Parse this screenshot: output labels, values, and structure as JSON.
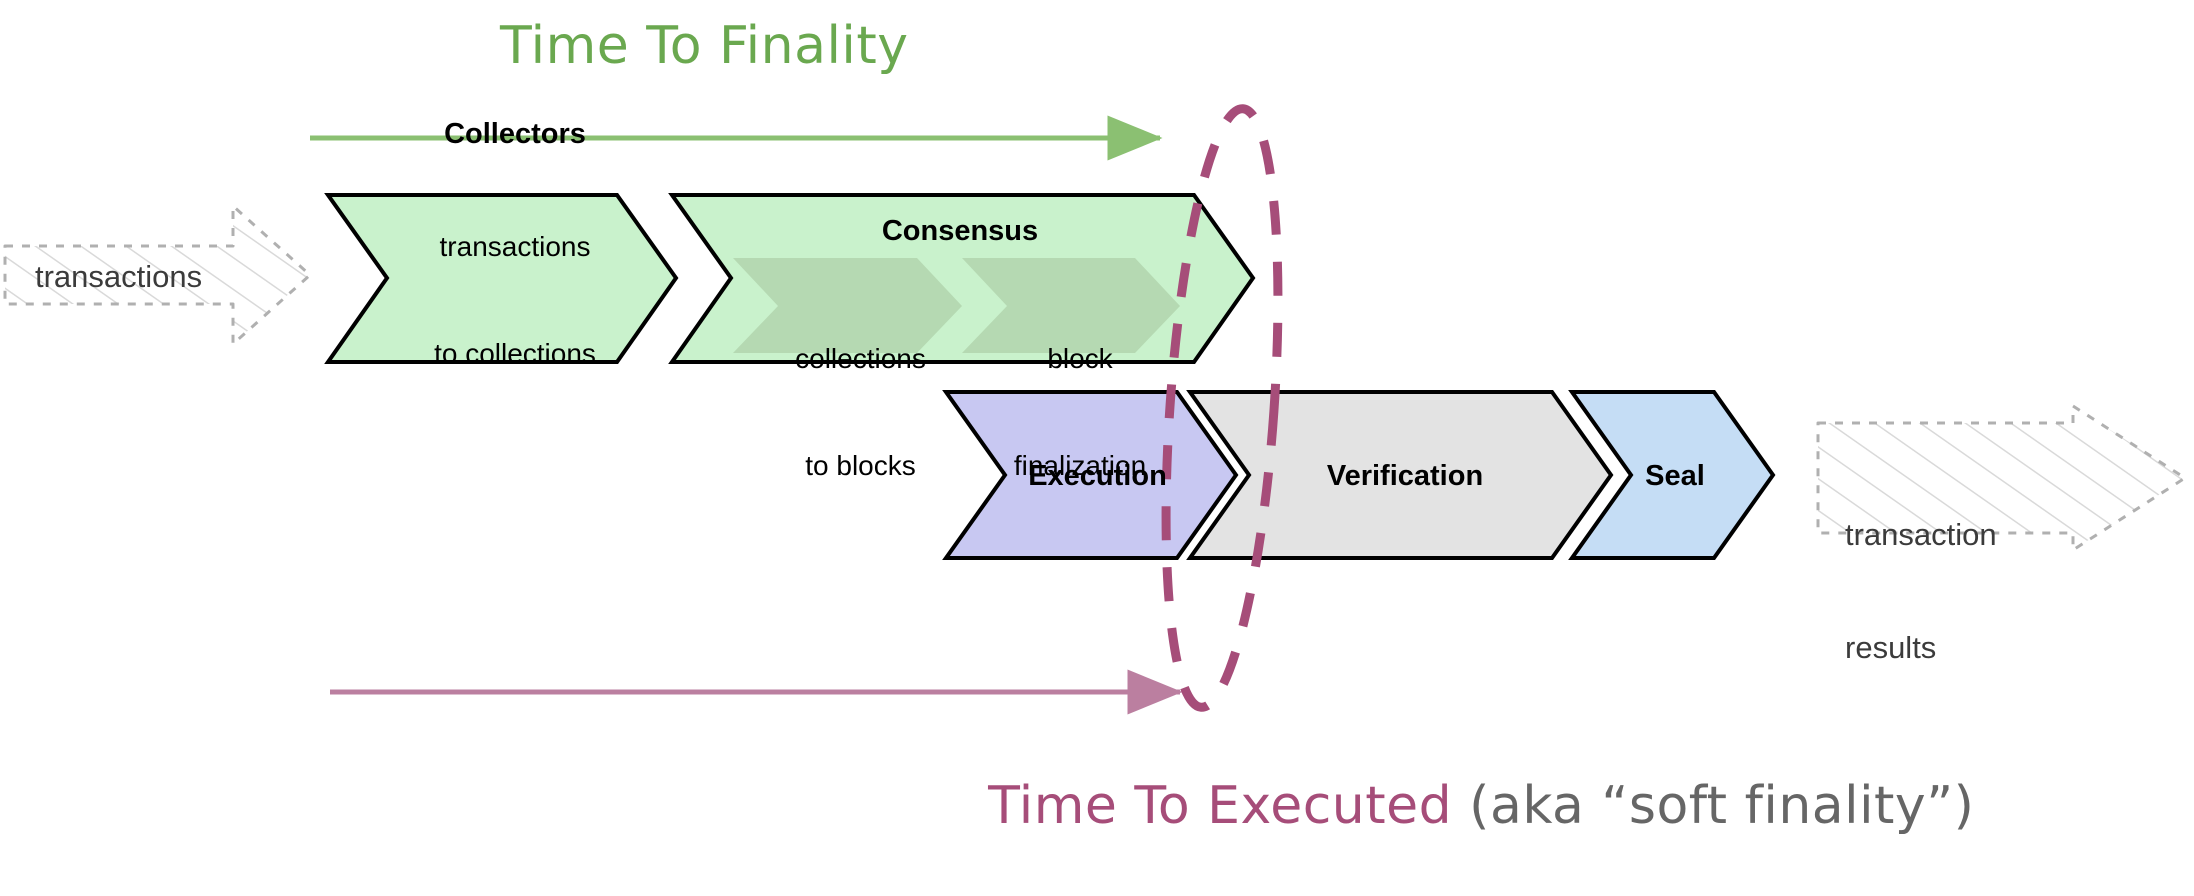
{
  "diagram": {
    "title_top": "Time To Finality",
    "bottom_label_main": "Time To Executed",
    "bottom_label_suffix": " (aka “soft finality”)",
    "colors": {
      "green_accent": "#6aa84f",
      "purple_accent": "#a64d79",
      "gray_text": "#666666",
      "collectors_fill": "#c9f2cc",
      "consensus_fill": "#c9f2cc",
      "consensus_inner_fill": "#b5d9b2",
      "execution_fill": "#c8c8f2",
      "verification_fill": "#e3e3e3",
      "seal_fill": "#c5ddf5",
      "ghost_stroke": "#b0b0b0",
      "stroke": "#000000"
    }
  },
  "inputs": {
    "left_ghost": {
      "label": "transactions"
    },
    "right_ghost": {
      "line1": "transaction",
      "line2": "results"
    }
  },
  "top_row": [
    {
      "name": "collectors",
      "title": "Collectors",
      "sub_line1": "transactions",
      "sub_line2": "to collections",
      "fill": "#c9f2cc"
    },
    {
      "name": "consensus",
      "title": "Consensus",
      "fill": "#c9f2cc",
      "inner": [
        {
          "name": "collections-to-blocks",
          "line1": "collections",
          "line2": "to blocks"
        },
        {
          "name": "block-finalization",
          "line1": "block",
          "line2": "finalization"
        }
      ]
    }
  ],
  "bottom_row": [
    {
      "name": "execution",
      "title": "Execution",
      "fill": "#c8c8f2"
    },
    {
      "name": "verification",
      "title": "Verification",
      "fill": "#e3e3e3"
    },
    {
      "name": "seal",
      "title": "Seal",
      "fill": "#c5ddf5"
    }
  ],
  "annotations": {
    "finality_arrow": {
      "name": "time-to-finality-arrow",
      "color": "#8bc072"
    },
    "executed_arrow": {
      "name": "time-to-executed-arrow",
      "color": "#bb7fa0"
    },
    "boundary_ellipse": {
      "name": "finality-boundary-ellipse",
      "color": "#a64d79",
      "dashed": true
    }
  }
}
